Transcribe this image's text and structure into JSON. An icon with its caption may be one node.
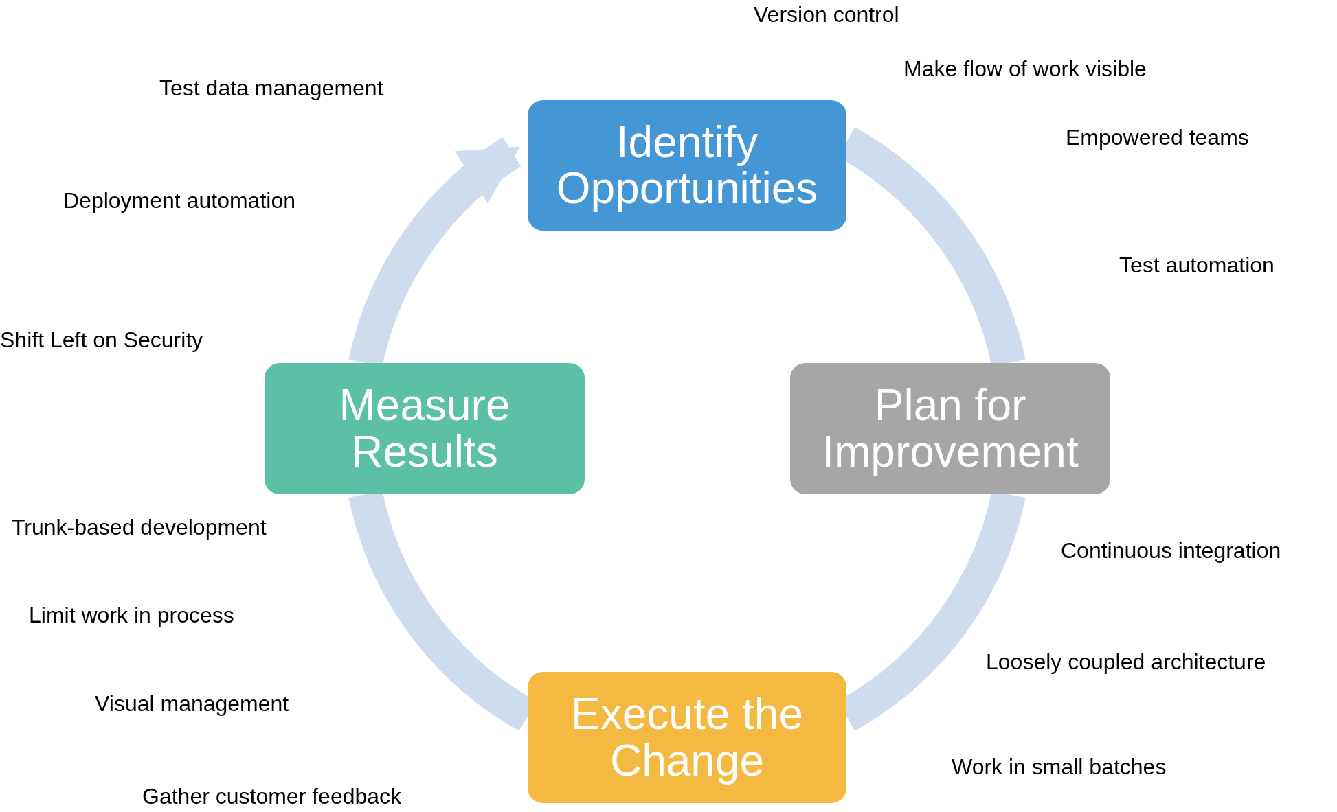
{
  "diagram": {
    "nodes": [
      {
        "text": [
          "Identify Opportunities"
        ]
      },
      {
        "text": [
          "Measure Results"
        ]
      },
      {
        "text": [
          "Plan for Improvement"
        ]
      },
      {
        "text": [
          "Execute the Change"
        ]
      }
    ],
    "edges": [
      {
        "from": 0,
        "to": 2,
        "arrow": "none"
      },
      {
        "from": 2,
        "to": 3,
        "arrow": "none"
      },
      {
        "from": 3,
        "to": 1,
        "arrow": "none"
      },
      {
        "from": 1,
        "to": 0,
        "arrow": "to"
      }
    ],
    "labels": [
      "Version control",
      "Make flow of work visible",
      "Test data management",
      "Empowered teams",
      "Deployment automation",
      "Test automation",
      "Shift Left on Security",
      "Trunk-based development",
      "Continuous integration",
      "Limit work in process",
      "Loosely coupled architecture",
      "Visual management",
      "Work in small batches",
      "Gather customer feedback"
    ]
  }
}
